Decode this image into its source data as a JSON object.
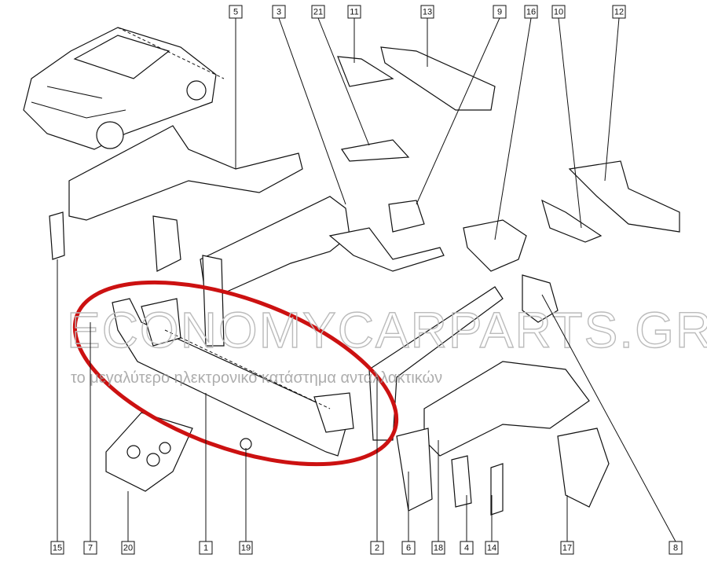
{
  "diagram": {
    "title_labels_top": [
      "5",
      "3",
      "21",
      "11",
      "13",
      "9",
      "16",
      "10",
      "12"
    ],
    "title_labels_bottom": [
      "15",
      "7",
      "20",
      "1",
      "19",
      "2",
      "6",
      "18",
      "4",
      "14",
      "17",
      "8"
    ],
    "watermark": {
      "brand": "ECONOMYCARPARTS.GR",
      "tagline": "το μεγαλύτερο ηλεκτρονικό κατάστημα ανταλλακτικών"
    },
    "highlight": {
      "part": "1",
      "color": "#cc1111"
    },
    "colors": {
      "line": "#111111",
      "background": "#ffffff",
      "watermark": "#bbbbbb"
    }
  }
}
